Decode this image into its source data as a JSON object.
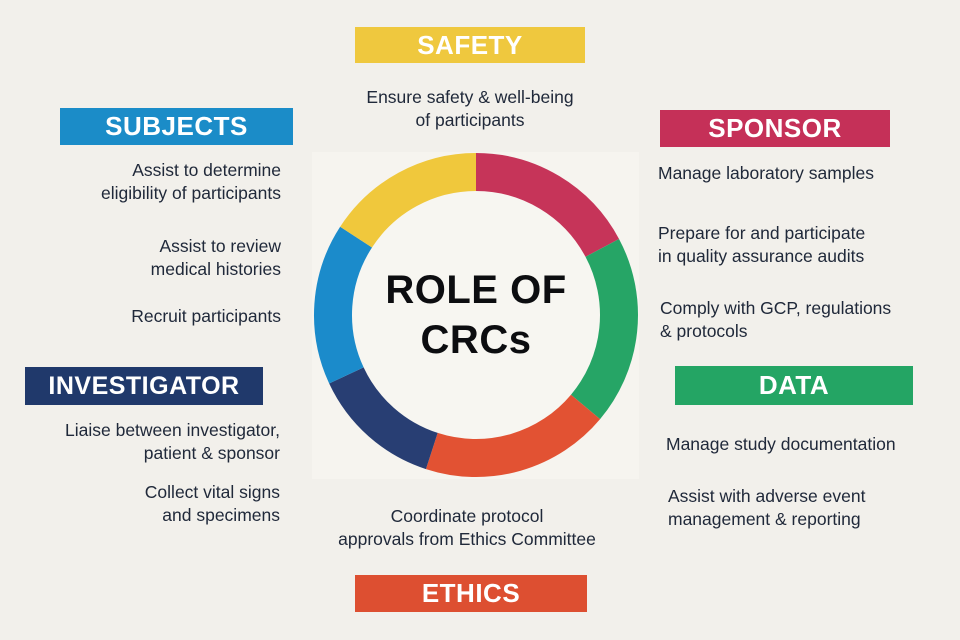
{
  "page": {
    "background": "#F2F0EB",
    "text_color": "#20293A",
    "title_color": "#0C0D10"
  },
  "title": {
    "line1": "ROLE OF",
    "line2": "CRCs"
  },
  "sections": {
    "safety": {
      "label": "SAFETY",
      "color": "#EFC83E",
      "desc": "Ensure safety & well-being\nof participants"
    },
    "subjects": {
      "label": "SUBJECTS",
      "color": "#1B8CC8",
      "items": [
        "Assist to determine\neligibility of participants",
        "Assist to review\nmedical histories",
        "Recruit participants"
      ]
    },
    "sponsor": {
      "label": "SPONSOR",
      "color": "#C53058",
      "items": [
        "Manage laboratory samples",
        "Prepare for and participate\nin quality assurance audits",
        "Comply with GCP, regulations\n& protocols"
      ]
    },
    "investigator": {
      "label": "INVESTIGATOR",
      "color": "#20396B",
      "items": [
        "Liaise between investigator,\npatient & sponsor",
        "Collect vital signs\nand specimens"
      ]
    },
    "data": {
      "label": "DATA",
      "color": "#24A564",
      "items": [
        "Manage study documentation",
        "Assist with adverse event\nmanagement & reporting"
      ]
    },
    "ethics": {
      "label": "ETHICS",
      "color": "#DD4F31",
      "desc": "Coordinate protocol\napprovals from Ethics Committee"
    }
  },
  "donut": {
    "segments": [
      {
        "name": "sponsor",
        "color": "#C63459",
        "start_deg": 0,
        "end_deg": 62
      },
      {
        "name": "data",
        "color": "#26A566",
        "start_deg": 62,
        "end_deg": 130
      },
      {
        "name": "ethics",
        "color": "#E25233",
        "start_deg": 130,
        "end_deg": 198
      },
      {
        "name": "investigator",
        "color": "#283E73",
        "start_deg": 198,
        "end_deg": 245
      },
      {
        "name": "subjects",
        "color": "#1B8BCB",
        "start_deg": 245,
        "end_deg": 303
      },
      {
        "name": "safety",
        "color": "#F0C83C",
        "start_deg": 303,
        "end_deg": 360
      }
    ]
  }
}
